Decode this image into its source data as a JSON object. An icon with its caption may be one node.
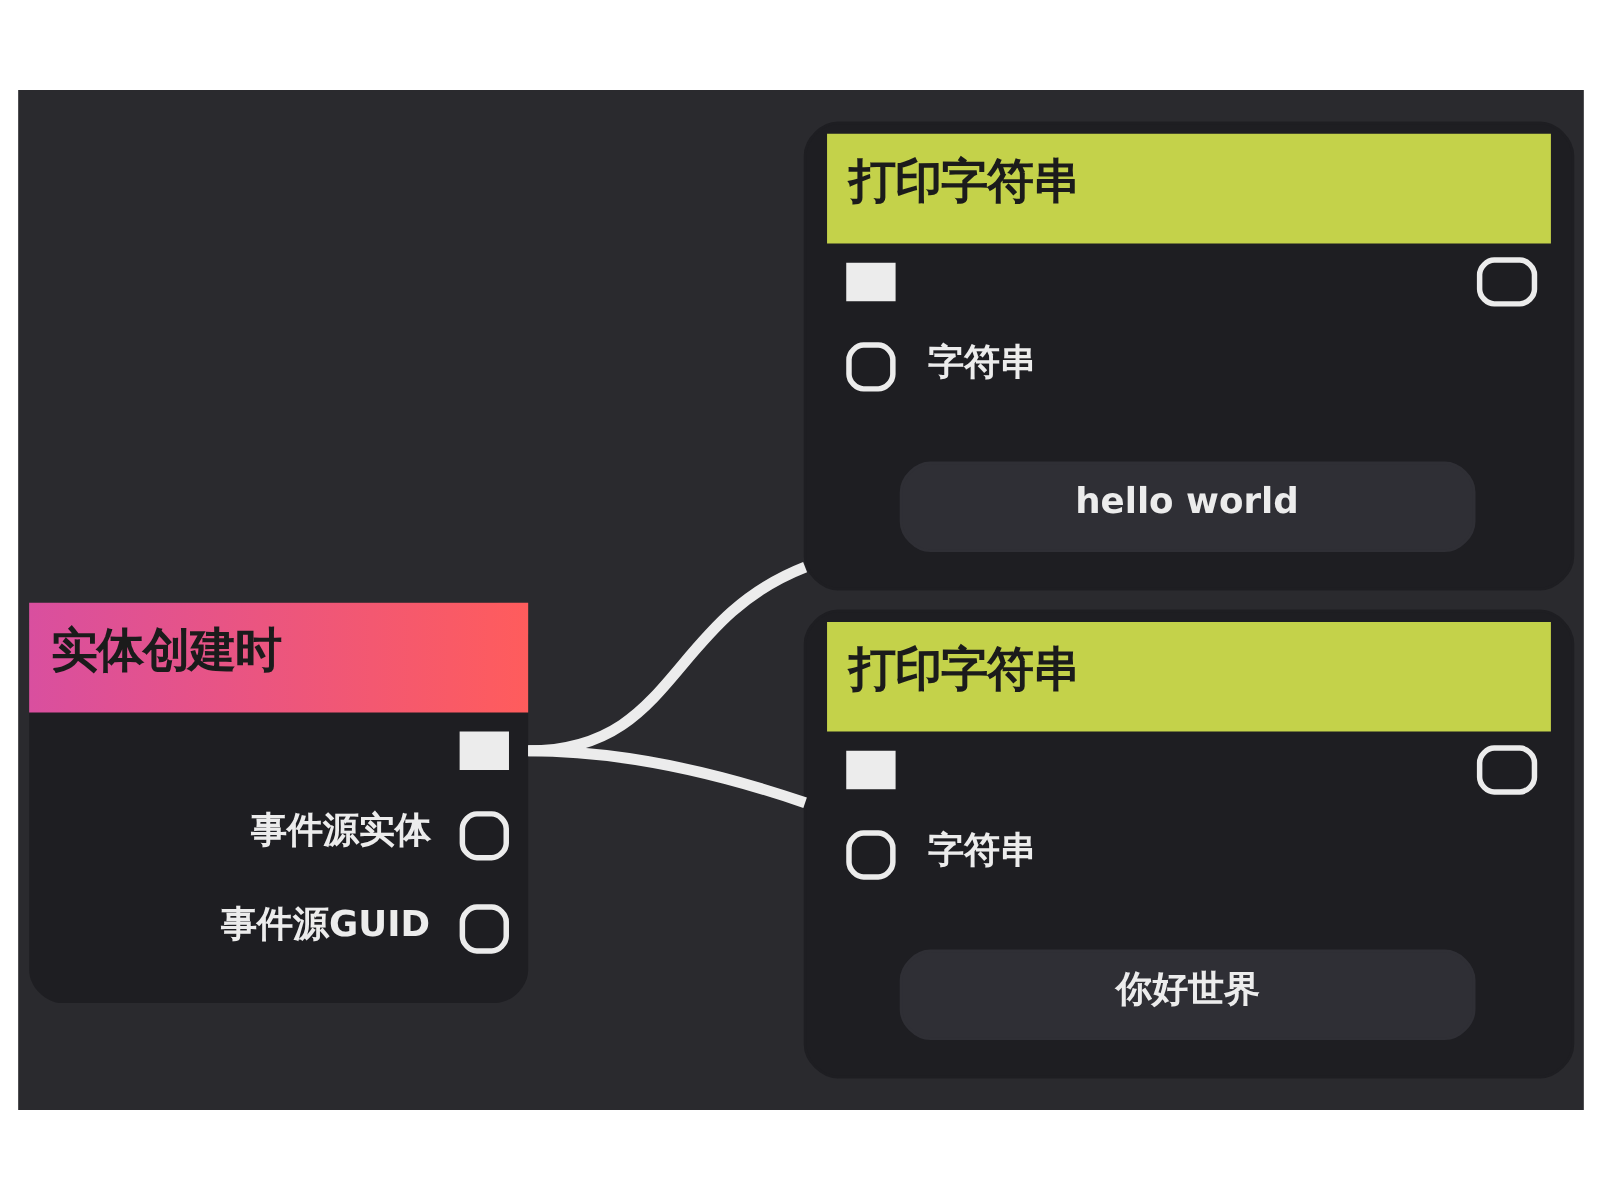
{
  "diagram": {
    "nodes": [
      {
        "text": [
          "实体创建时",
          "事件源实体",
          "事件源GUID"
        ]
      },
      {
        "text": [
          "打印字符串",
          "字符串"
        ]
      },
      {
        "text": [
          "hello world"
        ],
        "in": 1
      },
      {
        "text": [
          "打印字符串",
          "字符串"
        ]
      },
      {
        "text": [
          "你好世界"
        ],
        "in": 3
      }
    ],
    "edges": [
      {
        "from": 0,
        "to": 1,
        "arrow": "none"
      },
      {
        "from": 0,
        "to": 3,
        "arrow": "none"
      }
    ]
  }
}
